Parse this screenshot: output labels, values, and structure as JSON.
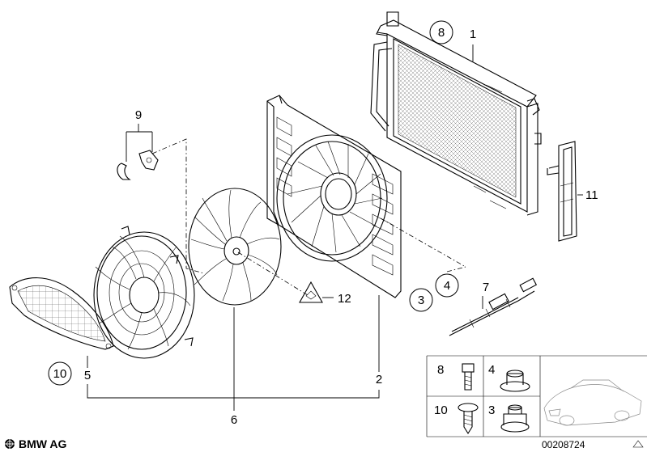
{
  "callouts": {
    "c1": "1",
    "c2": "2",
    "c3": "3",
    "c4": "4",
    "c5": "5",
    "c6": "6",
    "c7": "7",
    "c8": "8",
    "c9": "9",
    "c10": "10",
    "c11": "11",
    "c12": "12"
  },
  "legend": {
    "k8": "8",
    "k4": "4",
    "k10": "10",
    "k3": "3"
  },
  "footer": {
    "brand": "BMW AG",
    "doc_id": "00208724"
  }
}
